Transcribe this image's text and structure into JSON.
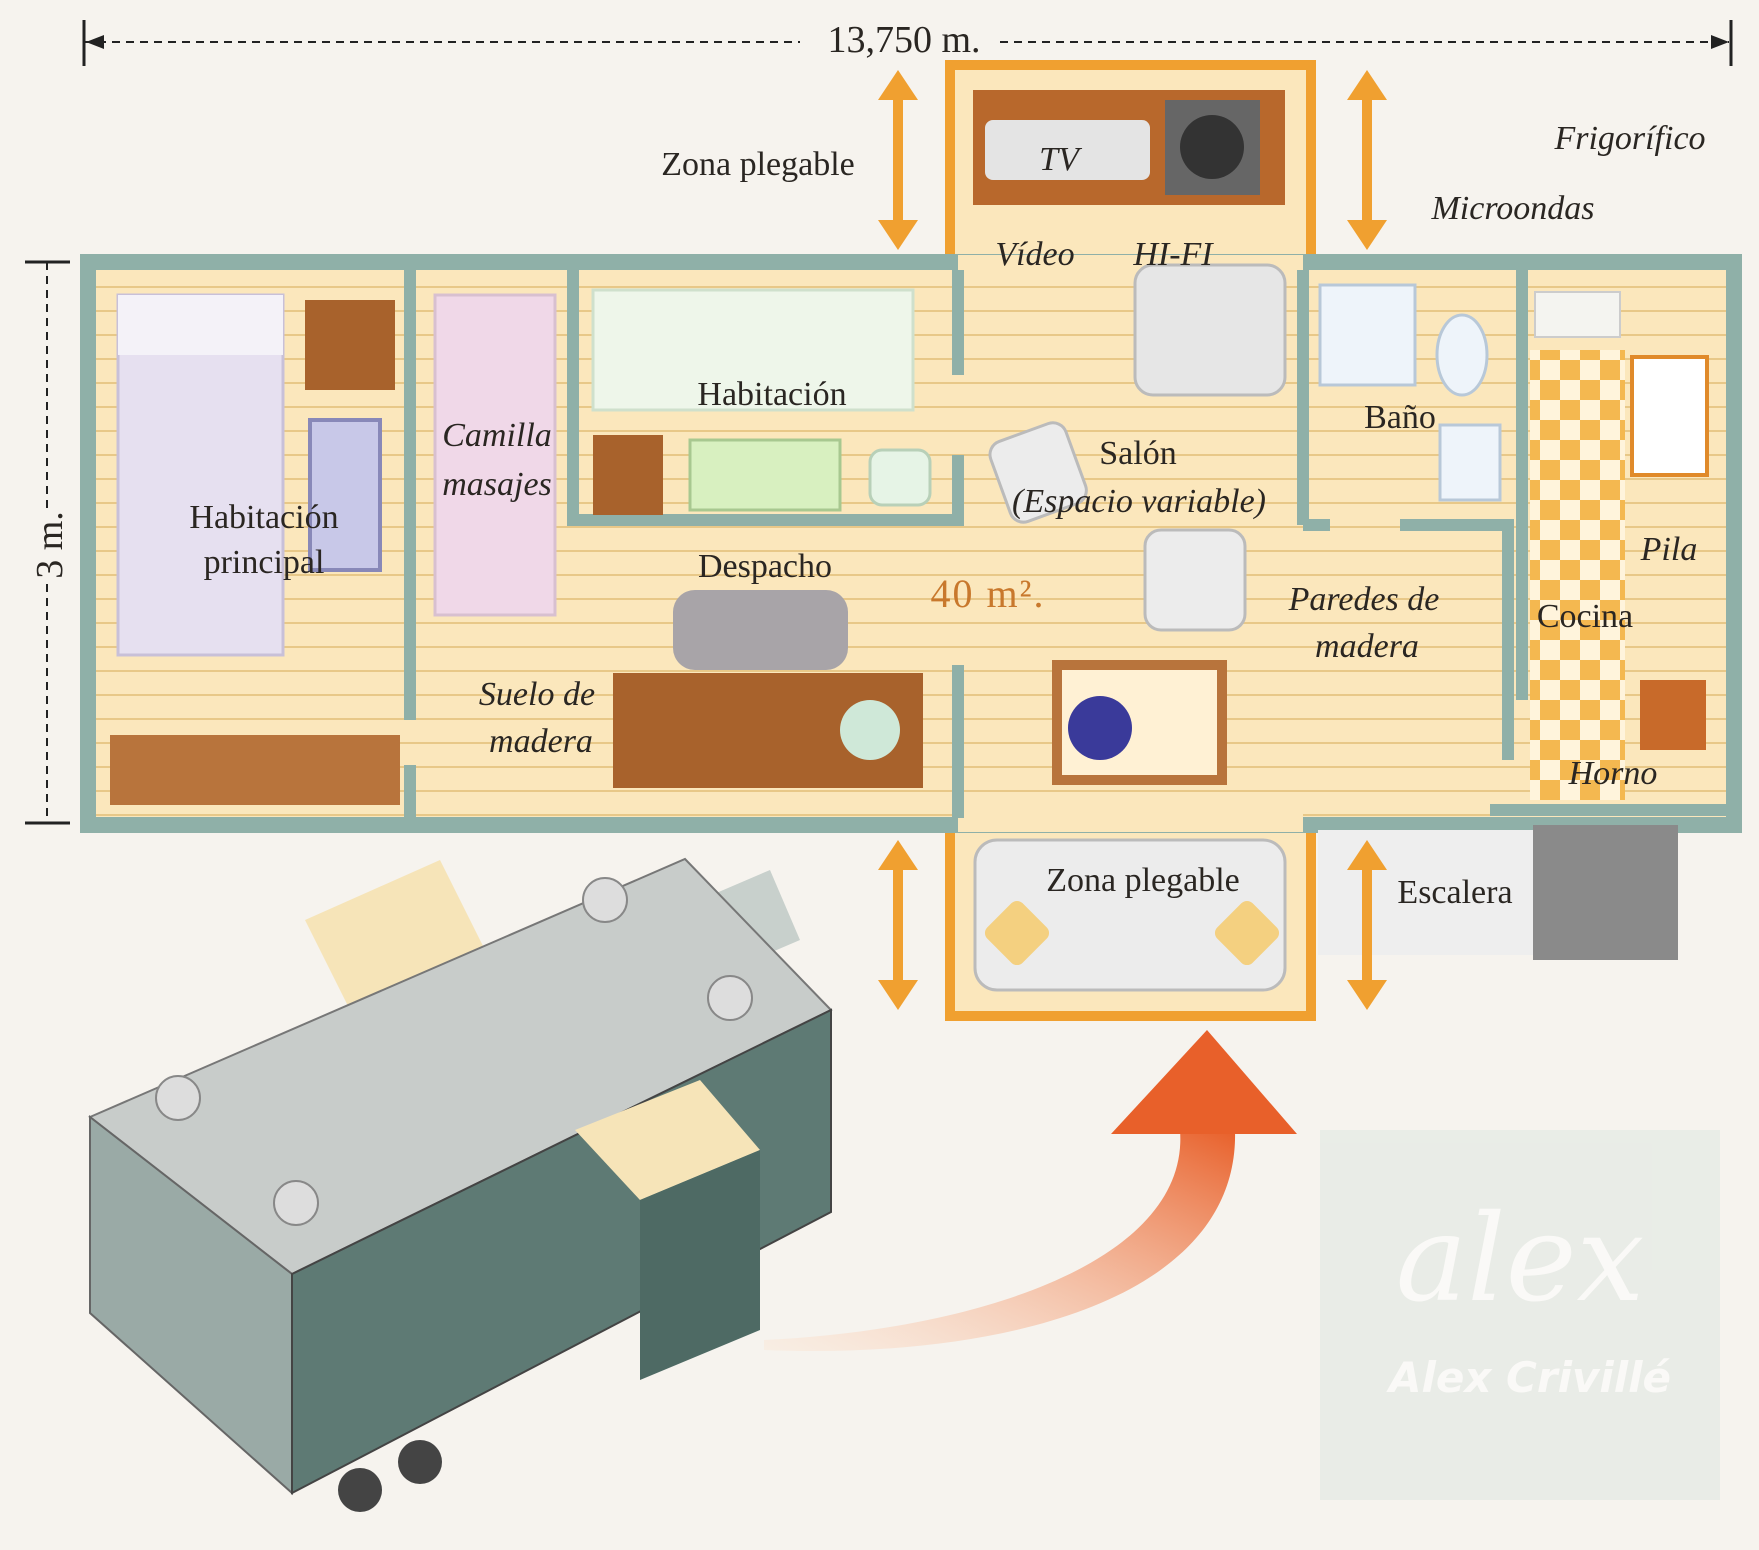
{
  "dimensions": {
    "length": "13,750 m.",
    "width": "3 m."
  },
  "labels": {
    "zona_plegable_top": "Zona plegable",
    "tv": "TV",
    "video": "Vídeo",
    "hifi": "HI-FI",
    "frigorifico": "Frigorífico",
    "microondas": "Microondas",
    "habitacion": "Habitación",
    "camilla_1": "Camilla",
    "camilla_2": "masajes",
    "habitacion_principal_1": "Habitación",
    "habitacion_principal_2": "principal",
    "bano": "Baño",
    "salon": "Salón",
    "espacio_variable": "(Espacio variable)",
    "pila": "Pila",
    "despacho": "Despacho",
    "area": "40 m².",
    "paredes_1": "Paredes de",
    "paredes_2": "madera",
    "cocina": "Cocina",
    "suelo_1": "Suelo de",
    "suelo_2": "madera",
    "horno": "Horno",
    "zona_plegable_bottom": "Zona plegable",
    "escalera": "Escalera"
  },
  "logo": {
    "mark": "alex",
    "name": "Alex Crivillé"
  },
  "colors": {
    "wall": "#8fb0a8",
    "floor": "#fbe6b8",
    "accent": "#f0a030",
    "truck": "#5e7a74"
  }
}
